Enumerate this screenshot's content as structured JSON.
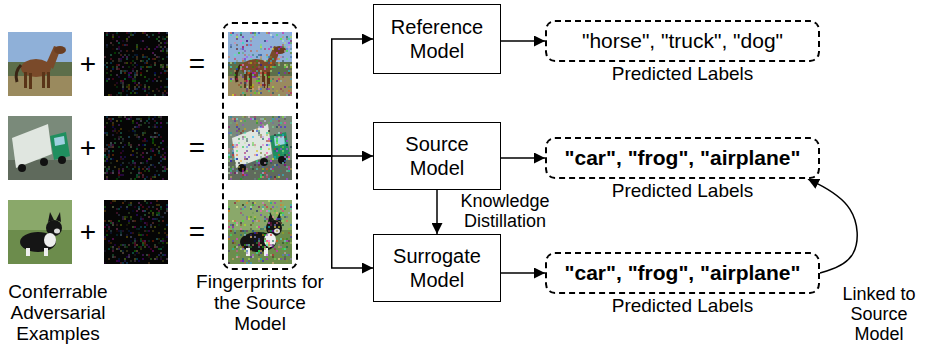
{
  "diagram": {
    "nodes": [
      {
        "text": [
          "Fingerprints for the Source Model"
        ]
      },
      {
        "text": [
          "Reference Model"
        ]
      },
      {
        "text": [
          "Source Model"
        ]
      },
      {
        "text": [
          "Surrogate Model"
        ]
      },
      {
        "text": [
          "\"horse\", \"truck\", \"dog\"",
          "Predicted Labels"
        ]
      },
      {
        "text": [
          "\"car\", \"frog\", \"airplane\"",
          "Predicted Labels"
        ]
      },
      {
        "text": [
          "\"car\", \"frog\", \"airplane\"",
          "Predicted Labels"
        ]
      }
    ],
    "edges": [
      {
        "from": 0,
        "to": 1,
        "arrow": "to"
      },
      {
        "from": 0,
        "to": 2,
        "arrow": "to"
      },
      {
        "from": 0,
        "to": 3,
        "arrow": "to"
      },
      {
        "from": 1,
        "to": 4,
        "arrow": "to"
      },
      {
        "from": 2,
        "to": 5,
        "arrow": "to"
      },
      {
        "from": 3,
        "to": 6,
        "arrow": "to"
      },
      {
        "from": 2,
        "to": 3,
        "label": "Knowledge Distillation",
        "arrow": "to"
      },
      {
        "from": 6,
        "to": 5,
        "label": "Linked to Source Model",
        "arrow": "to"
      }
    ],
    "labels": [
      "+",
      "+",
      "+",
      "=",
      "=",
      "=",
      "Conferrable Adversarial Examples"
    ]
  }
}
